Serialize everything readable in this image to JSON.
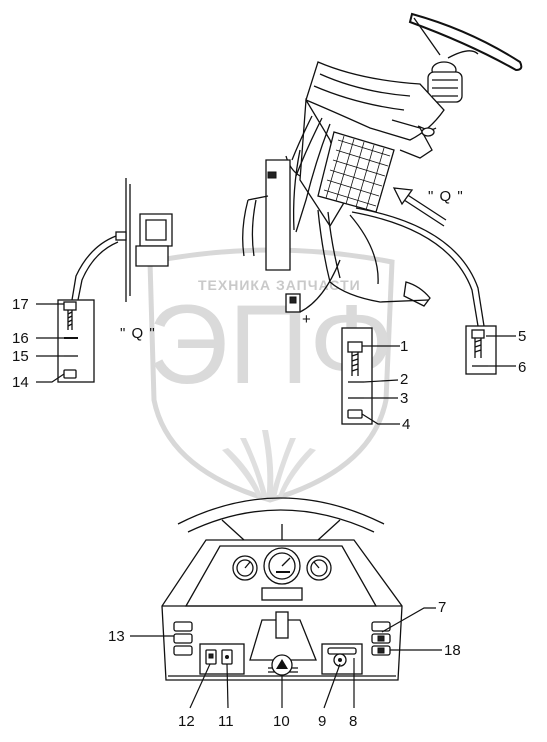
{
  "figure": {
    "view_label": "\" Q \"",
    "view_arrow_label": "\" Q \""
  },
  "watermark": {
    "text": "ТЕХНИКА  ЗАПЧАСТИ",
    "logo_text": "ЭПФ"
  },
  "callouts": [
    "1",
    "2",
    "3",
    "4",
    "5",
    "6",
    "7",
    "8",
    "9",
    "10",
    "11",
    "12",
    "13",
    "14",
    "15",
    "16",
    "17",
    "18"
  ]
}
